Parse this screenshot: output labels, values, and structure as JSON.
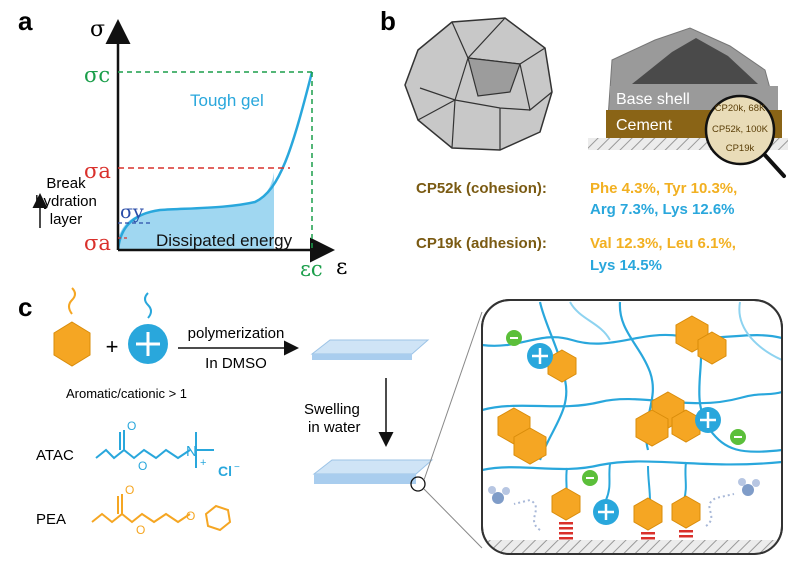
{
  "panel_a": {
    "letter": "a",
    "y_axis": "σ",
    "x_axis": "ε",
    "sigma_c": "σc",
    "sigma_a_top": "σa",
    "sigma_y": "σy",
    "sigma_a_bottom": "σa",
    "eps_c": "εc",
    "curve_label": "Tough gel",
    "area_label": "Dissipated energy",
    "break_line1": "Break",
    "break_line2": "hydration",
    "break_line3": "layer"
  },
  "panel_b": {
    "letter": "b",
    "base_shell": "Base shell",
    "cement": "Cement",
    "lens_item1": "CP20k, 68K",
    "lens_item2": "CP52k, 100K",
    "lens_item3": "CP19k",
    "cp52_label": "CP52k (cohesion):",
    "cp52_line1": "Phe 4.3%, Tyr 10.3%,",
    "cp52_line2": "Arg 7.3%, Lys 12.6%",
    "cp19_label": "CP19k (adhesion):",
    "cp19_line1": "Val 12.3%, Leu 6.1%,",
    "cp19_line2": "Lys 14.5%"
  },
  "panel_c": {
    "letter": "c",
    "plus": "+",
    "reaction_top": "polymerization",
    "reaction_bottom": "In DMSO",
    "ratio_label": "Aromatic/cationic > 1",
    "swelling_line1": "Swelling",
    "swelling_line2": "in water",
    "atac_label": "ATAC",
    "pea_label": "PEA",
    "atac_n": "N",
    "atac_plus": "+",
    "atac_cl": "Cl",
    "atac_cl_charge": "−"
  },
  "colors": {
    "blue": "#29a7dc",
    "orange": "#f5a623",
    "red": "#d9302b",
    "green": "#1a9e4a",
    "olive": "#7a5a12",
    "gold": "#f2b021",
    "shell": "#9a9a9a",
    "cement": "#8a6416"
  }
}
